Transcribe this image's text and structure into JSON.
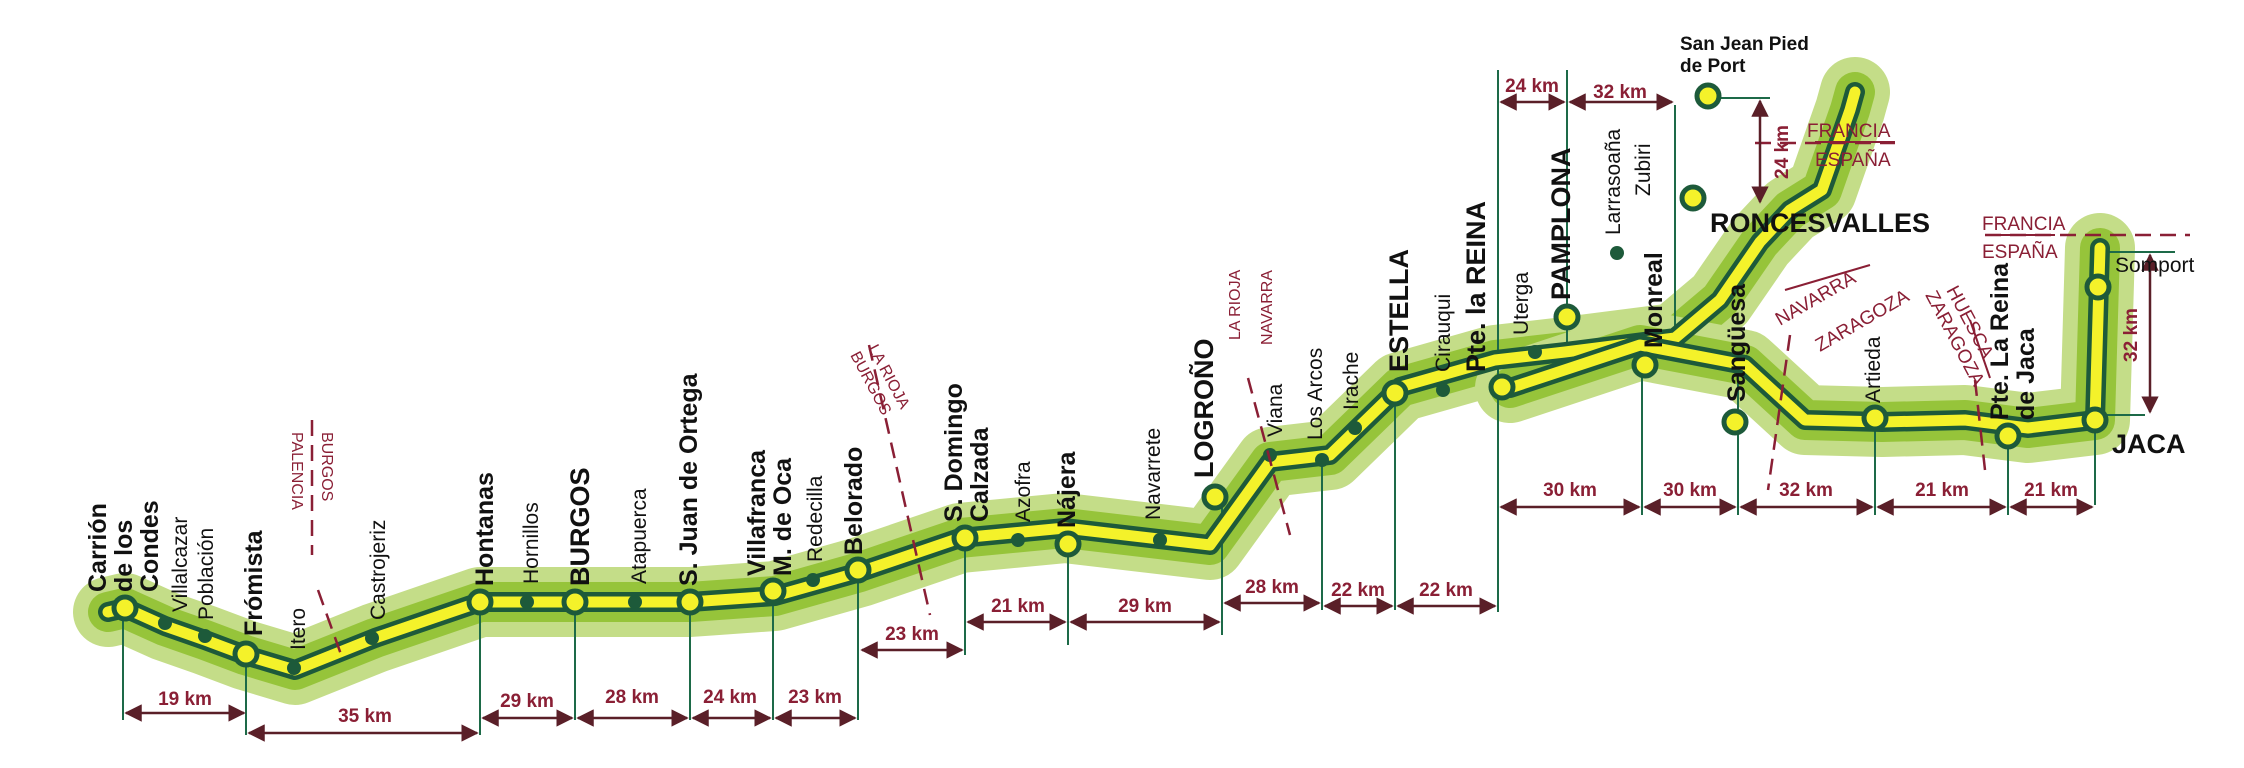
{
  "colors": {
    "outer_glow": "#c4dd88",
    "halo": "#96c43a",
    "road_edge": "#1d5a3a",
    "road": "#f4f22a",
    "dim_line": "#5a1f28",
    "border_text": "#8a1f35",
    "tick": "#1d6a48"
  },
  "towns": {
    "carrion": "Carrión de los Condes",
    "villalcazar": "Villalcazar",
    "poblacion": "Población",
    "fromista": "Frómista",
    "itero": "Itero",
    "castrojeriz": "Castrojeriz",
    "hontanas": "Hontanas",
    "hornillos": "Hornillos",
    "burgos": "BURGOS",
    "atapuerca": "Atapuerca",
    "sjortega": "S. Juan de Ortega",
    "villafranca": "Villafranca M. de Oca",
    "redecilla": "Redecilla",
    "belorado": "Belorado",
    "sdomingo": "S. Domingo Calzada",
    "azofra": "Azofra",
    "najera": "Nájera",
    "navarrete": "Navarrete",
    "logrono": "LOGROÑO",
    "viana": "Viana",
    "losarcos": "Los Arcos",
    "irache": "Irache",
    "estella": "ESTELLA",
    "cirauqui": "Cirauqui",
    "ptereina": "Pte. la REINA",
    "uterga": "Uterga",
    "pamplona": "PAMPLONA",
    "larrasoana": "Larrasoaña",
    "zubiri": "Zubiri",
    "roncesvalles": "RONCESVALLES",
    "sanjean": "San Jean Pied de Port",
    "monreal": "Monreal",
    "sanguesa": "Sangüesa",
    "artieda": "Artieda",
    "ptereinajaca": "Pte. La Reina de Jaca",
    "jaca": "JACA",
    "somport": "Somport"
  },
  "borders": {
    "burgos_palencia": [
      "BURGOS",
      "PALENCIA"
    ],
    "larioja_burgos": [
      "LA RIOJA",
      "BURGOS"
    ],
    "larioja_navarra": [
      "LA RIOJA",
      "NAVARRA"
    ],
    "francia_espana_1": [
      "FRANCIA",
      "ESPAÑA"
    ],
    "francia_espana_2": [
      "FRANCIA",
      "ESPAÑA"
    ],
    "navarra_zaragoza": [
      "NAVARRA",
      "ZARAGOZA"
    ],
    "huesca_zaragoza": [
      "HUESCA",
      "ZARAGOZA"
    ]
  },
  "distances": {
    "d1": "19 km",
    "d2": "35 km",
    "d3": "29 km",
    "d4": "28 km",
    "d5": "24 km",
    "d6": "23 km",
    "d7": "23 km",
    "d8": "21 km",
    "d9": "29 km",
    "d10": "28 km",
    "d11": "22 km",
    "d12": "22 km",
    "d13": "30 km",
    "d14": "30 km",
    "d15": "32 km",
    "d16": "21 km",
    "d17": "21 km",
    "d18": "24 km",
    "d19": "32 km",
    "d20": "24 km",
    "d21": "32 km"
  }
}
